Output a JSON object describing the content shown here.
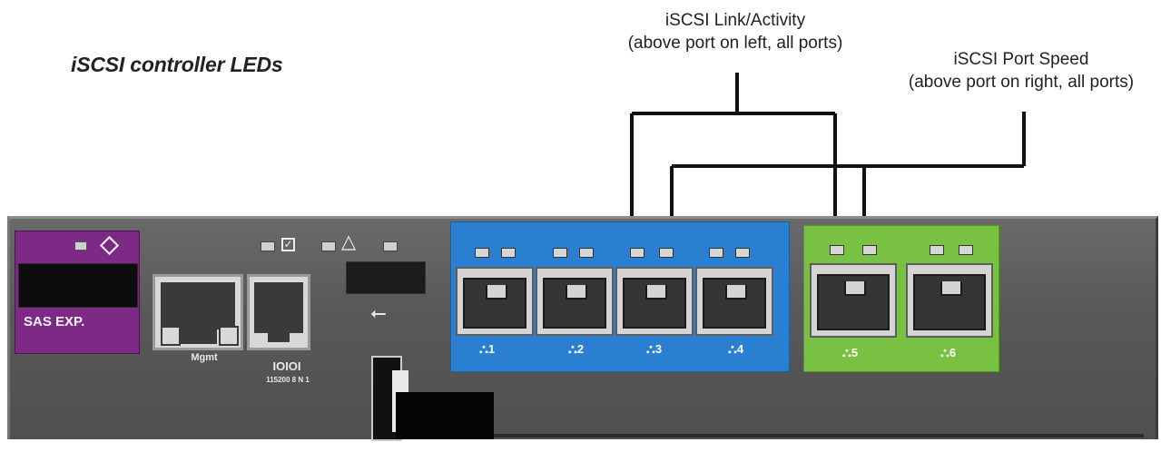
{
  "title": "iSCSI controller LEDs",
  "callouts": {
    "link_activity": {
      "line1": "iSCSI Link/Activity",
      "line2": "(above port on left, all ports)"
    },
    "port_speed": {
      "line1": "iSCSI Port Speed",
      "line2": "(above port on right, all ports)"
    }
  },
  "panel": {
    "sas_label": "SAS EXP.",
    "mgmt_label": "Mgmt",
    "serial_label": "IOIOI",
    "serial_baud": "115200 8 N 1",
    "usb_symbol": "⭠",
    "check_symbol": "✓",
    "warning_symbol": "△"
  },
  "ports": [
    {
      "num": "1",
      "group": "blue"
    },
    {
      "num": "2",
      "group": "blue"
    },
    {
      "num": "3",
      "group": "blue"
    },
    {
      "num": "4",
      "group": "blue"
    },
    {
      "num": "5",
      "group": "green"
    },
    {
      "num": "6",
      "group": "green"
    }
  ],
  "colors": {
    "sas": "#7c2a86",
    "iscsi_blue": "#2b7fd1",
    "iscsi_green": "#79c142",
    "chassis": "#595959"
  }
}
